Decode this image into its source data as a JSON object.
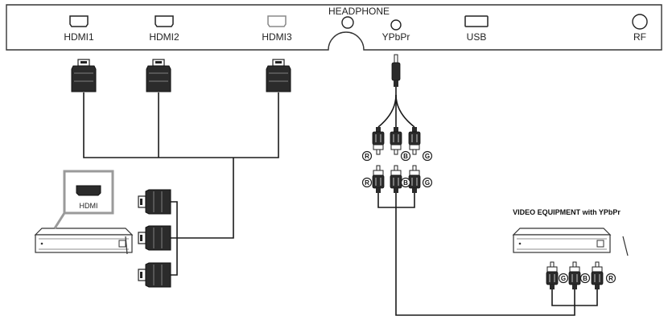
{
  "panel": {
    "ports": {
      "hdmi1": "HDMI1",
      "hdmi2": "HDMI2",
      "hdmi3": "HDMI3",
      "headphone": "HEADPHONE",
      "ypbpr": "YPbPr",
      "usb": "USB",
      "rf": "RF"
    }
  },
  "devices": {
    "hdmi_player": {
      "callout_label": "HDMI"
    },
    "video_equipment": {
      "label": "VIDEO EQUIPMENT with YPbPr"
    }
  },
  "connector_markers": {
    "r": "R",
    "b": "B",
    "g": "G"
  },
  "colors": {
    "line": "#1a1a1a",
    "plug_dark": "#2b2b2b",
    "plug_mid": "#555555",
    "panel_stroke": "#333333",
    "callout_gray": "#9a9a9a"
  }
}
